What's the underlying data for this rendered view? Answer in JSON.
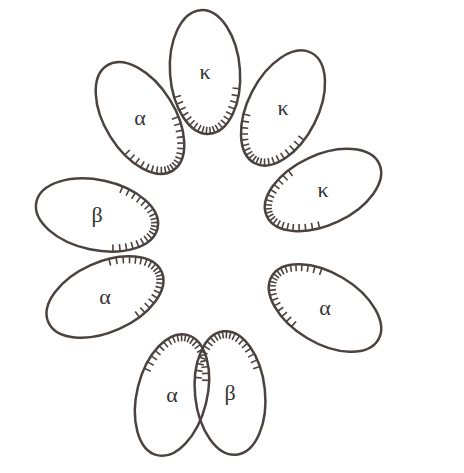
{
  "diagram": {
    "nodes": [
      {
        "text": [
          "κ"
        ]
      },
      {
        "text": [
          "κ"
        ]
      },
      {
        "text": [
          "κ"
        ]
      },
      {
        "text": [
          "α"
        ]
      },
      {
        "text": [
          "β"
        ]
      },
      {
        "text": [
          "α"
        ]
      },
      {
        "text": [
          "α"
        ]
      },
      {
        "text": [
          "β"
        ]
      },
      {
        "text": [
          "α"
        ]
      }
    ]
  }
}
